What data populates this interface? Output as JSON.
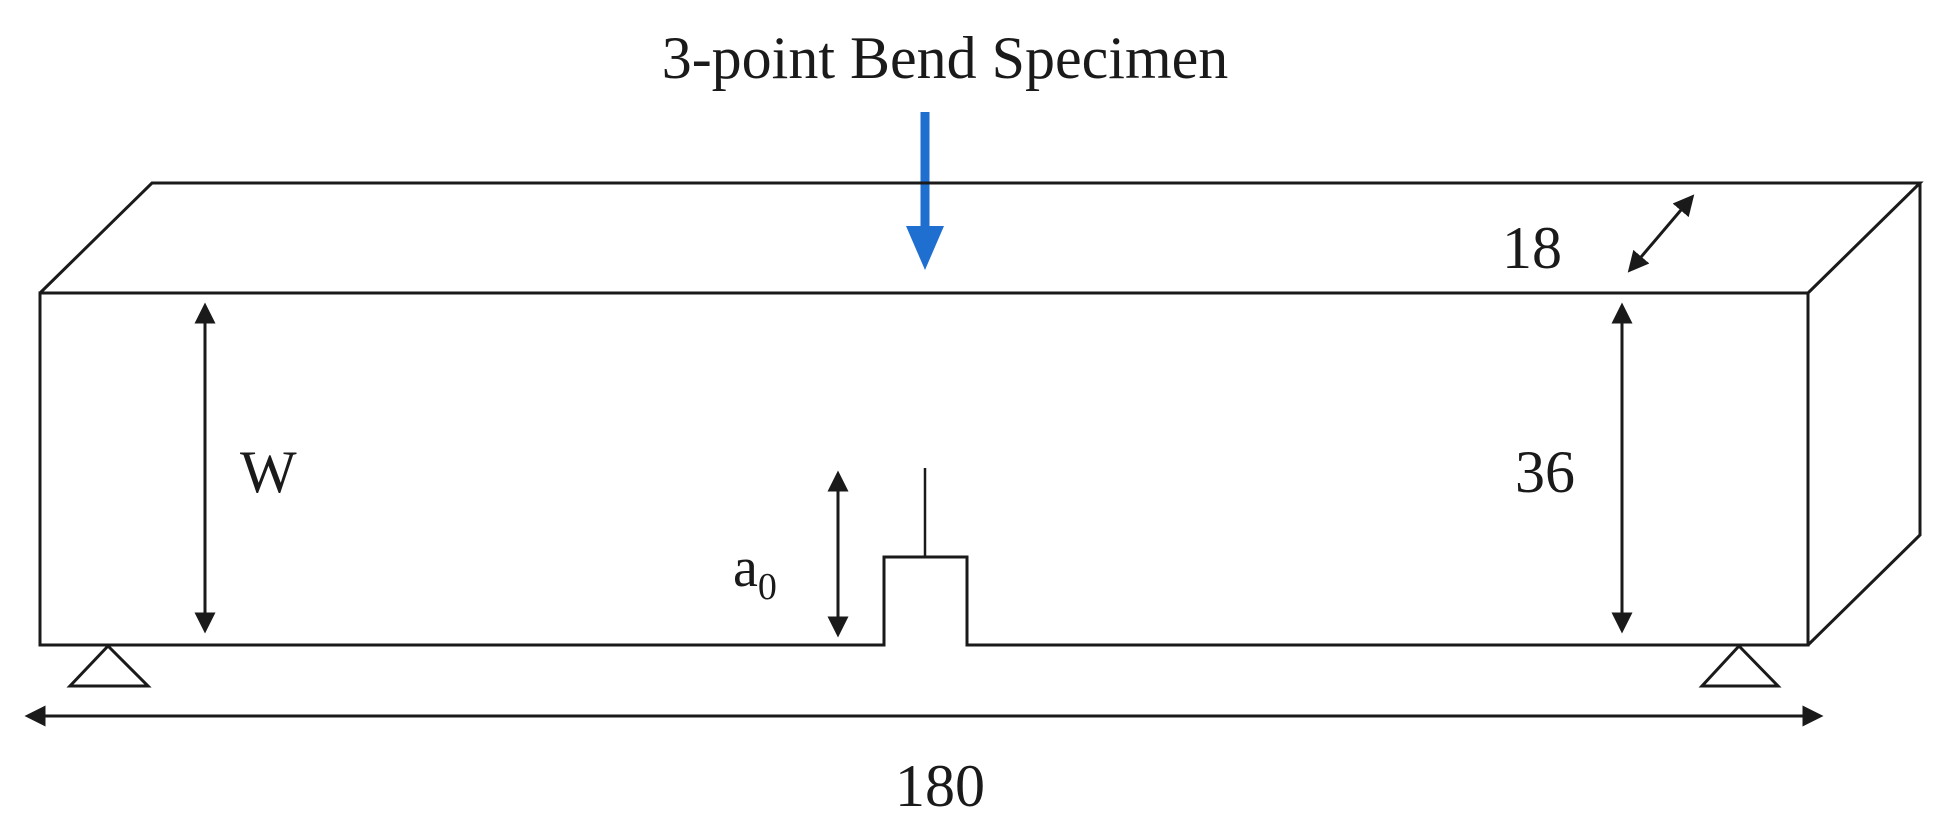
{
  "title": "3-point Bend Specimen",
  "labels": {
    "width": "W",
    "crack_length_base": "a",
    "crack_length_sub": "0",
    "depth_value": "36",
    "thickness_value": "18",
    "span_value": "180"
  },
  "colors": {
    "load_arrow": "#1f6fd1",
    "outline": "#1a1a1a"
  },
  "icons": {
    "load": "down-arrow-icon",
    "supports": "triangle-support-icon"
  }
}
